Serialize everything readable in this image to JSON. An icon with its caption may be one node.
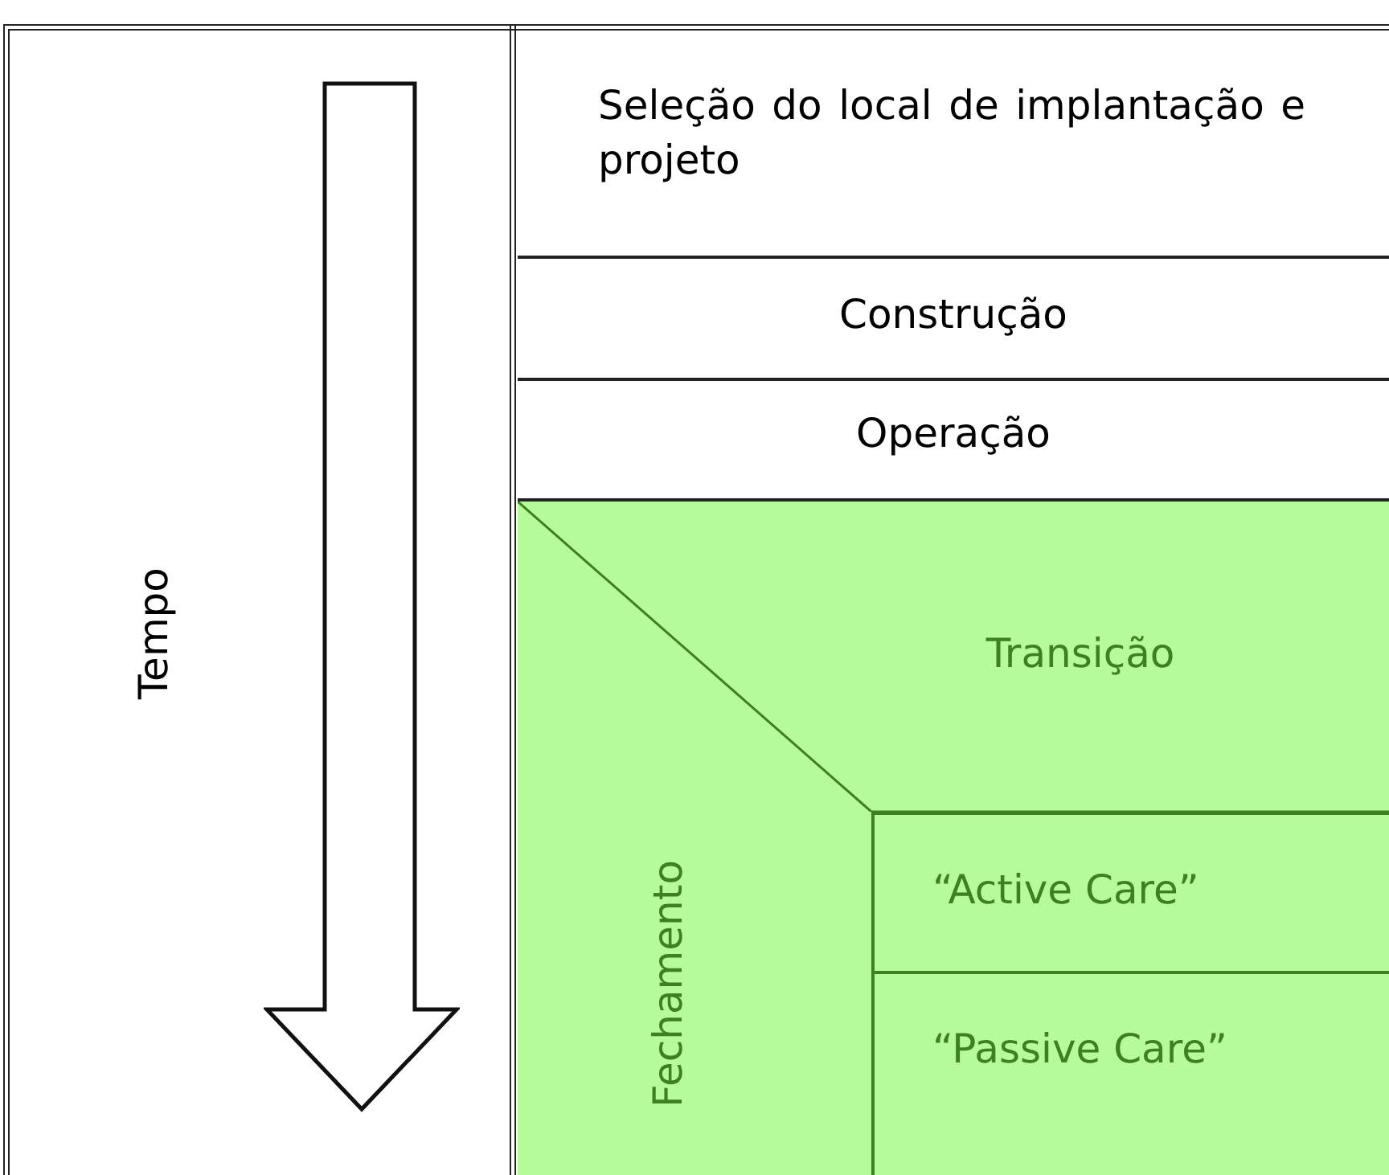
{
  "diagram": {
    "nodes": [
      {
        "text": [
          "Tempo"
        ]
      },
      {
        "text": [
          "Seleção do local de implantação e projeto"
        ]
      },
      {
        "text": [
          "Construção"
        ]
      },
      {
        "text": [
          "Operação"
        ]
      },
      {
        "text": [
          "Fechamento"
        ]
      },
      {
        "text": [
          "Transição"
        ],
        "in": 4
      },
      {
        "text": [
          "“Active Care”"
        ],
        "in": 4
      },
      {
        "text": [
          "“Passive Care”"
        ],
        "in": 4
      }
    ]
  }
}
